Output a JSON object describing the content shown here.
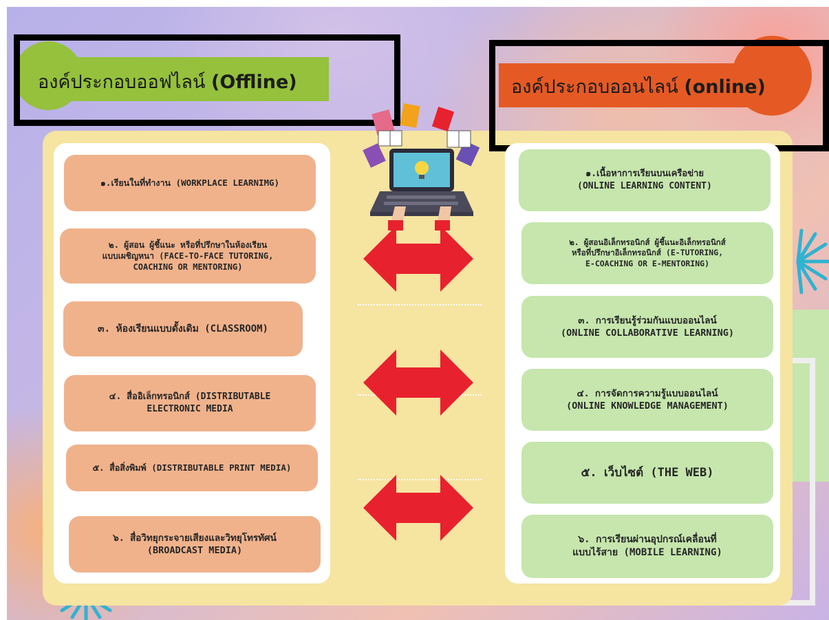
{
  "offline": {
    "title_main": "องค์ประกอบออฟไลน์ ",
    "title_en": "(Offline)",
    "items": [
      "๑.เรียนในที่ทำงาน (WORKPLACE LEARNIMG)",
      "๒. ผู้สอน ผู้ชี้แนะ หรือที่ปรึกษาในห้องเรียน\nแบบเผชิญหนา (FACE-TO-FACE TUTORING,\nCOACHING OR MENTORING)",
      "๓. ห้องเรียนแบบดั้งเดิม (CLASSROOM)",
      "๔. สื่ออิเล็กทรอนิกส์ (DISTRIBUTABLE\nELECTRONIC MEDIA",
      "๕. สื่อสิ่งพิมพ์ (DISTRIBUTABLE PRINT MEDIA)",
      "๖. สื่อวิทยุกระจายเสียงและวิทยุโทรทัศน์\n(BROADCAST MEDIA)"
    ]
  },
  "online": {
    "title_main": "องค์ประกอบออนไลน์ ",
    "title_en": "(online)",
    "items": [
      "๑.เนื้อหาการเรียนบนเครือข่าย\n(ONLINE LEARNING CONTENT)",
      "๒. ผู้สอนอิเล็กทรอนิกส์ ผู้ชี้แนะอิเล็กทรอนิกส์\nหรือที่ปรึกษาอิเล็กทรอนิกส์ (E-TUTORING,\nE-COACHING OR E-MENTORING)",
      "๓. การเรียนรู้ร่วมกันแบบออนไลน์\n(ONLINE COLLABORATIVE LEARNING)",
      "๔. การจัดการความรู้แบบออนไลน์\n(ONLINE KNOWLEDGE MANAGEMENT)",
      "๕. เว็บไซต์ (THE WEB)",
      "๖. การเรียนผ่านอุปกรณ์เคลื่อนที่\nแบบไร้สาย (MOBILE LEARNING)"
    ]
  },
  "colors": {
    "offline_accent": "#95c13c",
    "online_accent": "#e55a24",
    "offline_card": "#f0b28b",
    "online_card": "#c6e6ad",
    "arrow": "#e8212e",
    "panel": "#f6e4a1"
  },
  "icons": [
    "laptop-learning-icon",
    "double-arrow-icon",
    "burst-decoration-icon"
  ]
}
